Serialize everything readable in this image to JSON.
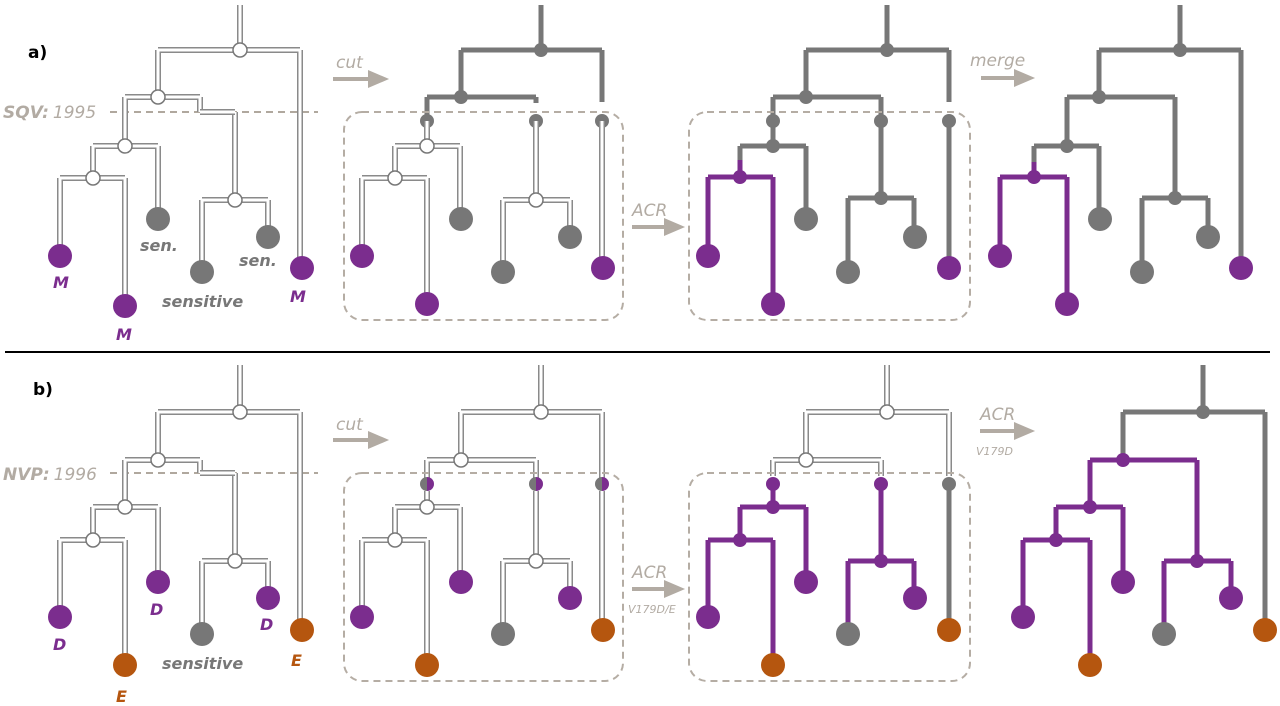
{
  "colors": {
    "purple": "#7b2d8e",
    "orange": "#b5560f",
    "gray": "#777777",
    "light": "#b2aba3",
    "black": "#000000"
  },
  "panel_a": {
    "label": "a)",
    "drug": "SQV:",
    "year": "1995",
    "step_cut": "cut",
    "step_acr": "ACR",
    "step_merge": "merge",
    "tips": {
      "t1": "M",
      "t2": "M",
      "t3": "sen.",
      "t4": "sensitive",
      "t5": "sen.",
      "t6": "M"
    }
  },
  "panel_b": {
    "label": "b)",
    "drug": "NVP:",
    "year": "1996",
    "step_cut": "cut",
    "step_acr": "ACR",
    "step_acr_sub": "V179D/E",
    "step_acr2": "ACR",
    "step_acr2_sub": "V179D",
    "tips": {
      "t1": "D",
      "t2": "E",
      "t3": "D",
      "t4": "sensitive",
      "t5": "D",
      "t6": "E"
    }
  }
}
